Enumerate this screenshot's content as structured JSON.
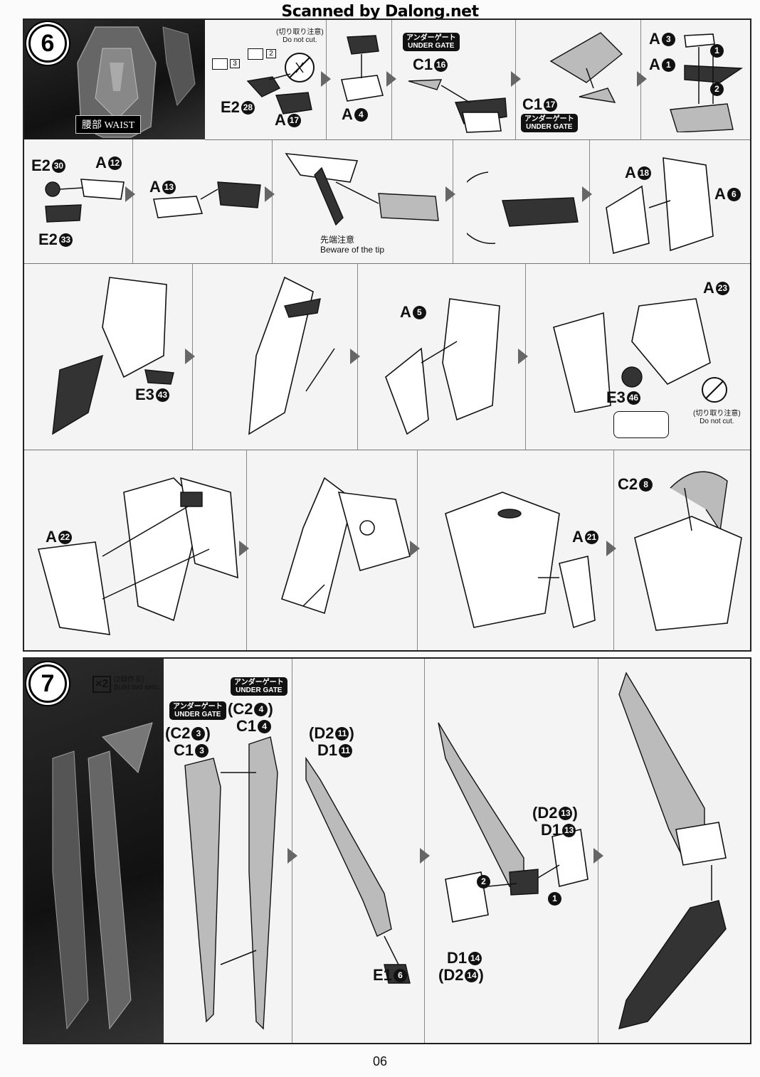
{
  "scan_credit": "Scanned by Dalong.net",
  "page_number": "06",
  "step6": {
    "number": "6",
    "section_jp": "腰部",
    "section_en": "WAIST",
    "row1": {
      "do_not_cut_jp": "(切り取り注意)",
      "do_not_cut_en": "Do not cut.",
      "box3": "3",
      "box2": "2",
      "e2_label": "E2",
      "e2_num": "28",
      "a17_label": "A",
      "a17_num": "17",
      "a4_label": "A",
      "a4_num": "4",
      "under_gate_jp": "アンダーゲート",
      "under_gate_en": "UNDER GATE",
      "c1_16_label": "C1",
      "c1_16_num": "16",
      "c1_17_label": "C1",
      "c1_17_num": "17",
      "a3_label": "A",
      "a3_num": "3",
      "a1_label": "A",
      "a1_num": "1",
      "order1": "1",
      "order2": "2"
    },
    "row2": {
      "e2_30_label": "E2",
      "e2_30_num": "30",
      "a12_label": "A",
      "a12_num": "12",
      "e2_33_label": "E2",
      "e2_33_num": "33",
      "a13_label": "A",
      "a13_num": "13",
      "tip_jp": "先端注意",
      "tip_en": "Beware of the tip",
      "a18_label": "A",
      "a18_num": "18",
      "a6_label": "A",
      "a6_num": "6"
    },
    "row3": {
      "e3_43_label": "E3",
      "e3_43_num": "43",
      "a5_label": "A",
      "a5_num": "5",
      "a23_label": "A",
      "a23_num": "23",
      "e3_46_label": "E3",
      "e3_46_num": "46",
      "do_not_cut_jp": "(切り取り注意)",
      "do_not_cut_en": "Do not cut."
    },
    "row4": {
      "a22_label": "A",
      "a22_num": "22",
      "a21_label": "A",
      "a21_num": "21",
      "c2_8_label": "C2",
      "c2_8_num": "8"
    }
  },
  "step7": {
    "number": "7",
    "x2": "×2",
    "build_jp": "(2個作る)",
    "build_en": "Build two sets.",
    "under_gate_jp": "アンダーゲート",
    "under_gate_en": "UNDER GATE",
    "c2_3": "(C2",
    "c2_3_num": "3",
    "c1_3": "C1",
    "c1_3_num": "3",
    "c2_4": "(C2",
    "c2_4_num": "4",
    "c1_4": "C1",
    "c1_4_num": "4",
    "d2_11": "(D2",
    "d2_11_num": "11",
    "d1_11": "D1",
    "d1_11_num": "11",
    "e1_6": "E1",
    "e1_6_num": "6",
    "d2_13": "(D2",
    "d2_13_num": "13",
    "d1_13": "D1",
    "d1_13_num": "13",
    "d1_14": "D1",
    "d1_14_num": "14",
    "d2_14": "(D2",
    "d2_14_num": "14",
    "close": ")",
    "order1": "1",
    "order2": "2"
  }
}
